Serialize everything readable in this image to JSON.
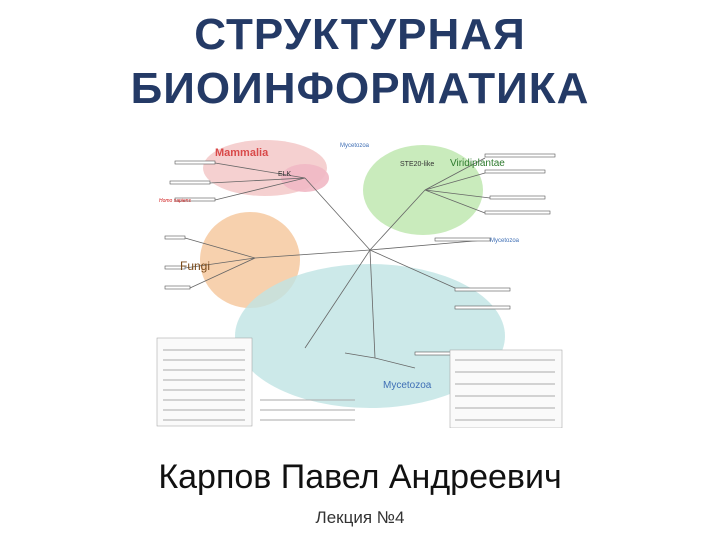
{
  "slide": {
    "title_line1": "СТРУКТУРНАЯ",
    "title_line2": "БИОИНФОРМАТИКА",
    "author": "Карпов Павел Андреевич",
    "lecture": "Лекция №4"
  },
  "figure": {
    "group_labels": {
      "mammalia": "Mammalia",
      "elk": "ELK",
      "fungi": "Fungi",
      "viridiplantae": "Viridiplantae",
      "ste20": "STE20-like",
      "mycetozoa": "Mycetozoa",
      "mycetozoa_small": "Mycetozoa",
      "mycetozoa_side": "Mycetozoa",
      "homo_sapiens": "Homo sapiens"
    },
    "colors": {
      "title": "#243a66",
      "mammalia": "#d94a4a",
      "mammalia_fill": "#f3c8c8",
      "plants_fill": "#bfe8b0",
      "plants_text": "#2d7a2d",
      "fungi_fill": "#f6c9a0",
      "mycetozoa_fill": "#bfe3e3",
      "mycetozoa_text": "#3f6fb5",
      "homo_text": "#d02020"
    }
  }
}
